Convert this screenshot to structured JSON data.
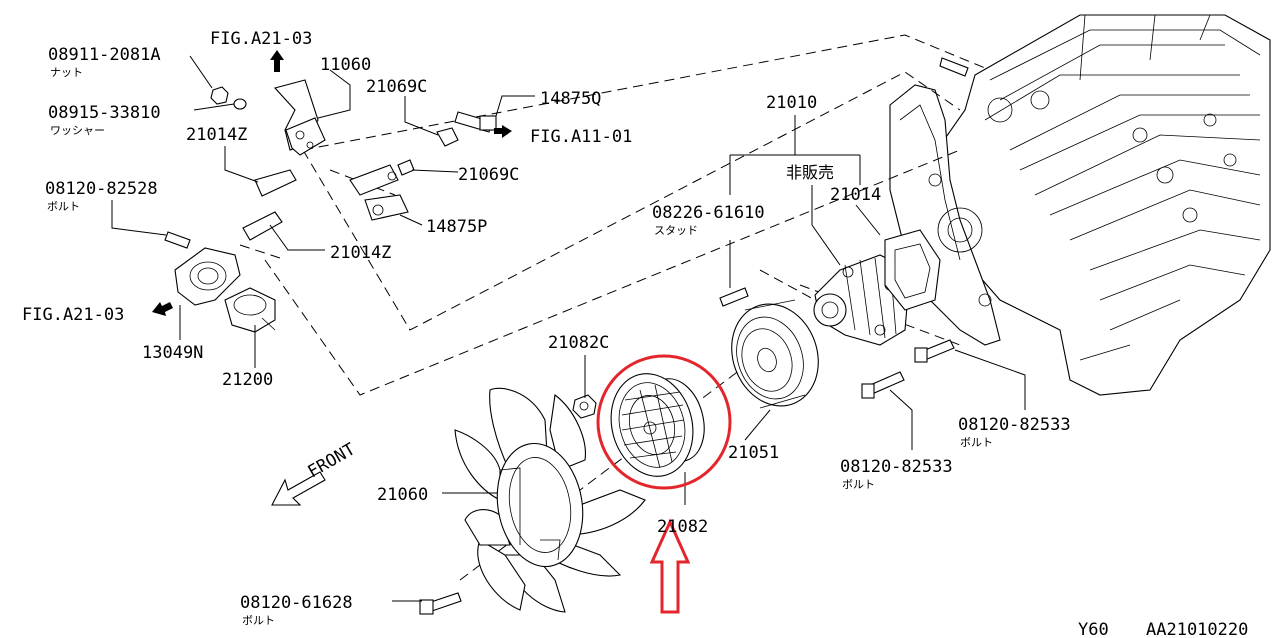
{
  "labels": {
    "fig_a21_03_top": "FIG.A21-03",
    "p_08911": "08911-2081A",
    "p_08911_sub": "ナット",
    "p_11060": "11060",
    "p_08915": "08915-33810",
    "p_08915_sub": "ワッシャー",
    "p_21069c_top": "21069C",
    "p_14875q": "14875Q",
    "fig_a11_01": "FIG.A11-01",
    "p_21014z_top": "21014Z",
    "p_21069c_mid": "21069C",
    "p_08120_82528": "08120-82528",
    "p_08120_82528_sub": "ボルト",
    "p_14875p": "14875P",
    "p_21014z_mid": "21014Z",
    "fig_a21_03_left": "FIG.A21-03",
    "p_13049n": "13049N",
    "p_21200": "21200",
    "p_21010": "21010",
    "not_for_sale": "非販売",
    "p_21014": "21014",
    "p_08226": "08226-61610",
    "p_08226_sub": "スタッド",
    "p_21082c": "21082C",
    "p_21051": "21051",
    "p_08120_82533_r": "08120-82533",
    "p_08120_82533_r_sub": "ボルト",
    "p_08120_82533_m": "08120-82533",
    "p_08120_82533_m_sub": "ボルト",
    "front": "FRONT",
    "p_21060": "21060",
    "p_21082": "21082",
    "p_08120_61628": "08120-61628",
    "p_08120_61628_sub": "ボルト",
    "model": "Y60",
    "ref": "AA21010220"
  },
  "highlight_color": "#e3262c"
}
